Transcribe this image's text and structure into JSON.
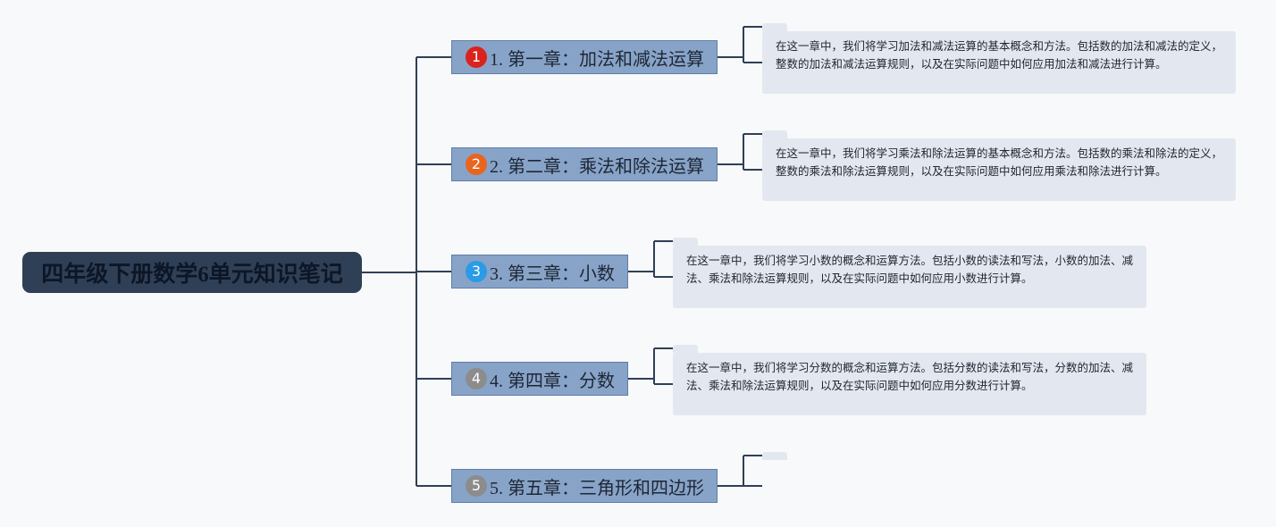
{
  "mindmap": {
    "root": {
      "title": "四年级下册数学6单元知识笔记"
    },
    "colors": {
      "root_fill": "#2f3f56",
      "branch_fill": "#88a3c8",
      "note_fill": "#e3e8f0",
      "connector": "#2f3f56",
      "background": "#f8f9fa"
    },
    "chapters": [
      {
        "badge": "1",
        "badge_color": "#d9231c",
        "title": "1. 第一章：加法和减法运算",
        "note": "在这一章中，我们将学习加法和减法运算的基本概念和方法。包括数的加法和减法的定义，整数的加法和减法运算规则，以及在实际问题中如何应用加法和减法进行计算。"
      },
      {
        "badge": "2",
        "badge_color": "#e8651e",
        "title": "2. 第二章：乘法和除法运算",
        "note": "在这一章中，我们将学习乘法和除法运算的基本概念和方法。包括数的乘法和除法的定义，整数的乘法和除法运算规则，以及在实际问题中如何应用乘法和除法进行计算。"
      },
      {
        "badge": "3",
        "badge_color": "#2a9be6",
        "title": "3. 第三章：小数",
        "note": "在这一章中，我们将学习小数的概念和运算方法。包括小数的读法和写法，小数的加法、减法、乘法和除法运算规则，以及在实际问题中如何应用小数进行计算。"
      },
      {
        "badge": "4",
        "badge_color": "#8c8c8c",
        "title": "4. 第四章：分数",
        "note": "在这一章中，我们将学习分数的概念和运算方法。包括分数的读法和写法，分数的加法、减法、乘法和除法运算规则，以及在实际问题中如何应用分数进行计算。"
      },
      {
        "badge": "5",
        "badge_color": "#8c8c8c",
        "title": "5. 第五章：三角形和四边形",
        "note": ""
      }
    ]
  }
}
